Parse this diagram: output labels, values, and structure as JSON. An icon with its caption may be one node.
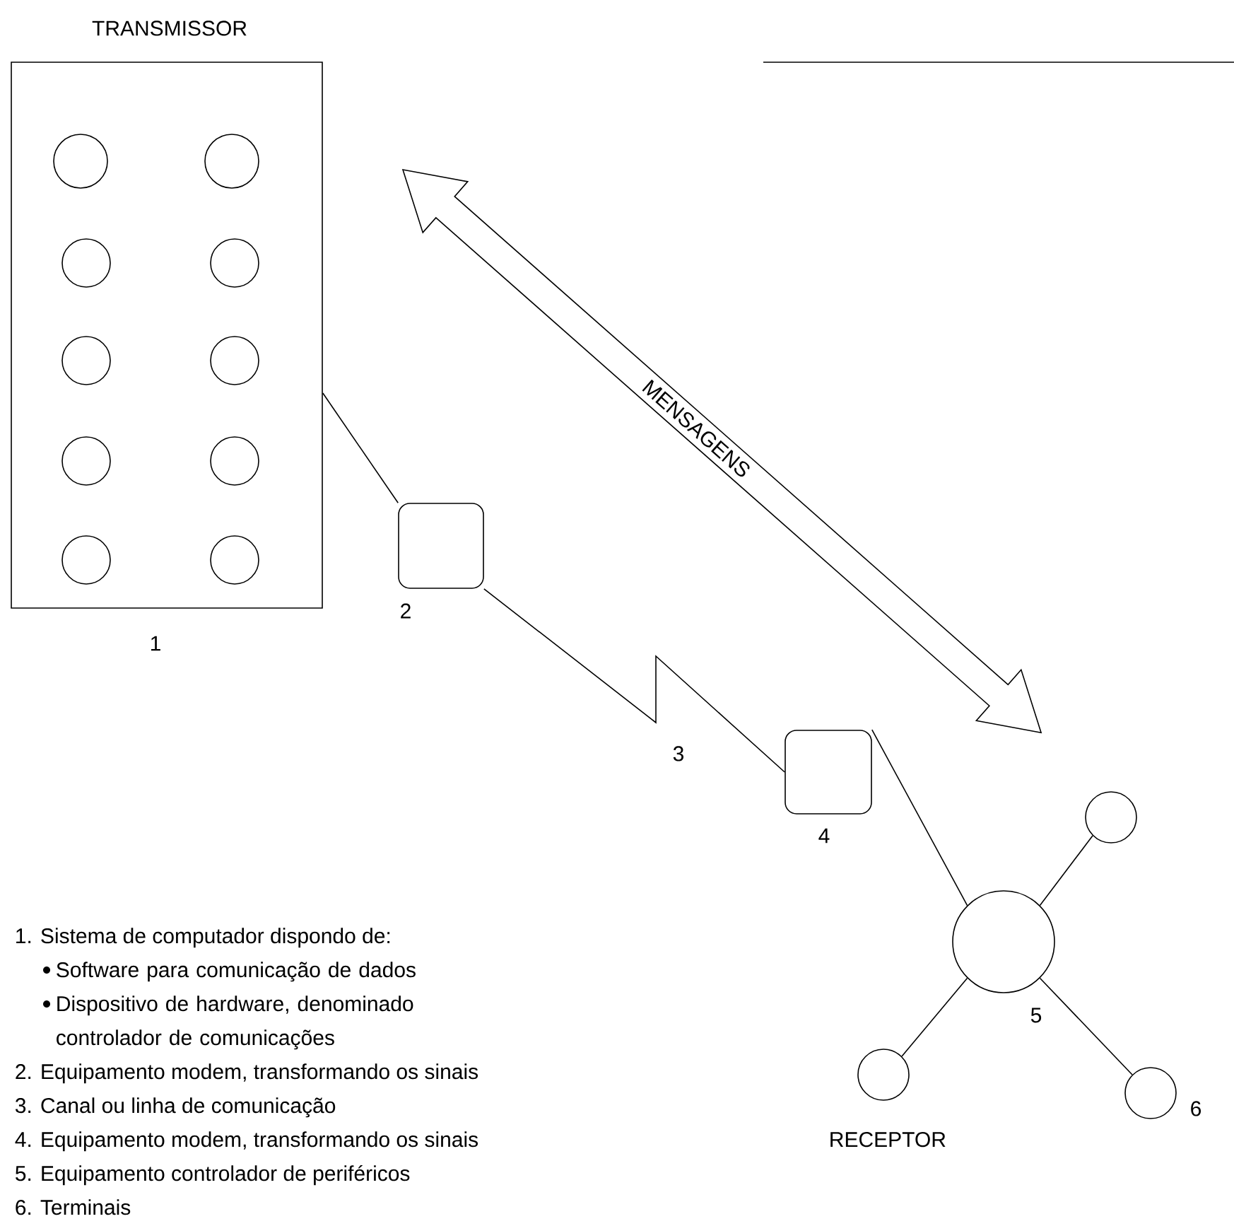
{
  "diagram": {
    "nodes": [
      {
        "text": [
          "TRANSMISSOR"
        ],
        "beside": [
          "1"
        ]
      },
      {
        "text": [],
        "shape": "circle",
        "in": 0
      },
      {
        "text": [],
        "shape": "circle",
        "in": 0
      },
      {
        "text": [],
        "shape": "circle",
        "in": 0
      },
      {
        "text": [],
        "shape": "circle",
        "in": 0
      },
      {
        "text": [],
        "shape": "circle",
        "in": 0
      },
      {
        "text": [],
        "shape": "circle",
        "in": 0
      },
      {
        "text": [],
        "shape": "circle",
        "in": 0
      },
      {
        "text": [],
        "shape": "circle",
        "in": 0
      },
      {
        "text": [],
        "shape": "circle",
        "in": 0
      },
      {
        "text": [],
        "shape": "circle",
        "in": 0
      },
      {
        "text": [],
        "shape": "box",
        "beside": [
          "2"
        ]
      },
      {
        "text": [],
        "shape": "box",
        "beside": [
          "4"
        ]
      },
      {
        "text": [],
        "shape": "circle",
        "beside": [
          "5"
        ]
      },
      {
        "text": [],
        "shape": "circle"
      },
      {
        "text": [],
        "shape": "circle"
      },
      {
        "text": [],
        "shape": "circle",
        "beside": [
          "6"
        ]
      }
    ],
    "edges": [
      {
        "from": 0,
        "to": 11,
        "arrow": "none"
      },
      {
        "from": 11,
        "to": 12,
        "arrow": "none",
        "label": "3"
      },
      {
        "from": 12,
        "to": 13,
        "arrow": "none"
      },
      {
        "from": 13,
        "to": 14,
        "arrow": "none"
      },
      {
        "from": 13,
        "to": 15,
        "arrow": "none"
      },
      {
        "from": 13,
        "to": 16,
        "arrow": "none"
      }
    ],
    "labels": [
      "MENSAGENS",
      "RECEPTOR",
      "1. Sistema de computador dispondo de:",
      "Software para comunicação de dados",
      "Dispositivo de hardware, denominado controlador de comunicações",
      "2. Equipamento modem, transformando os sinais",
      "3. Canal ou linha de comunicação",
      "4. Equipamento modem, transformando os sinais",
      "5. Equipamento controlador de periféricos",
      "6. Terminais"
    ]
  }
}
